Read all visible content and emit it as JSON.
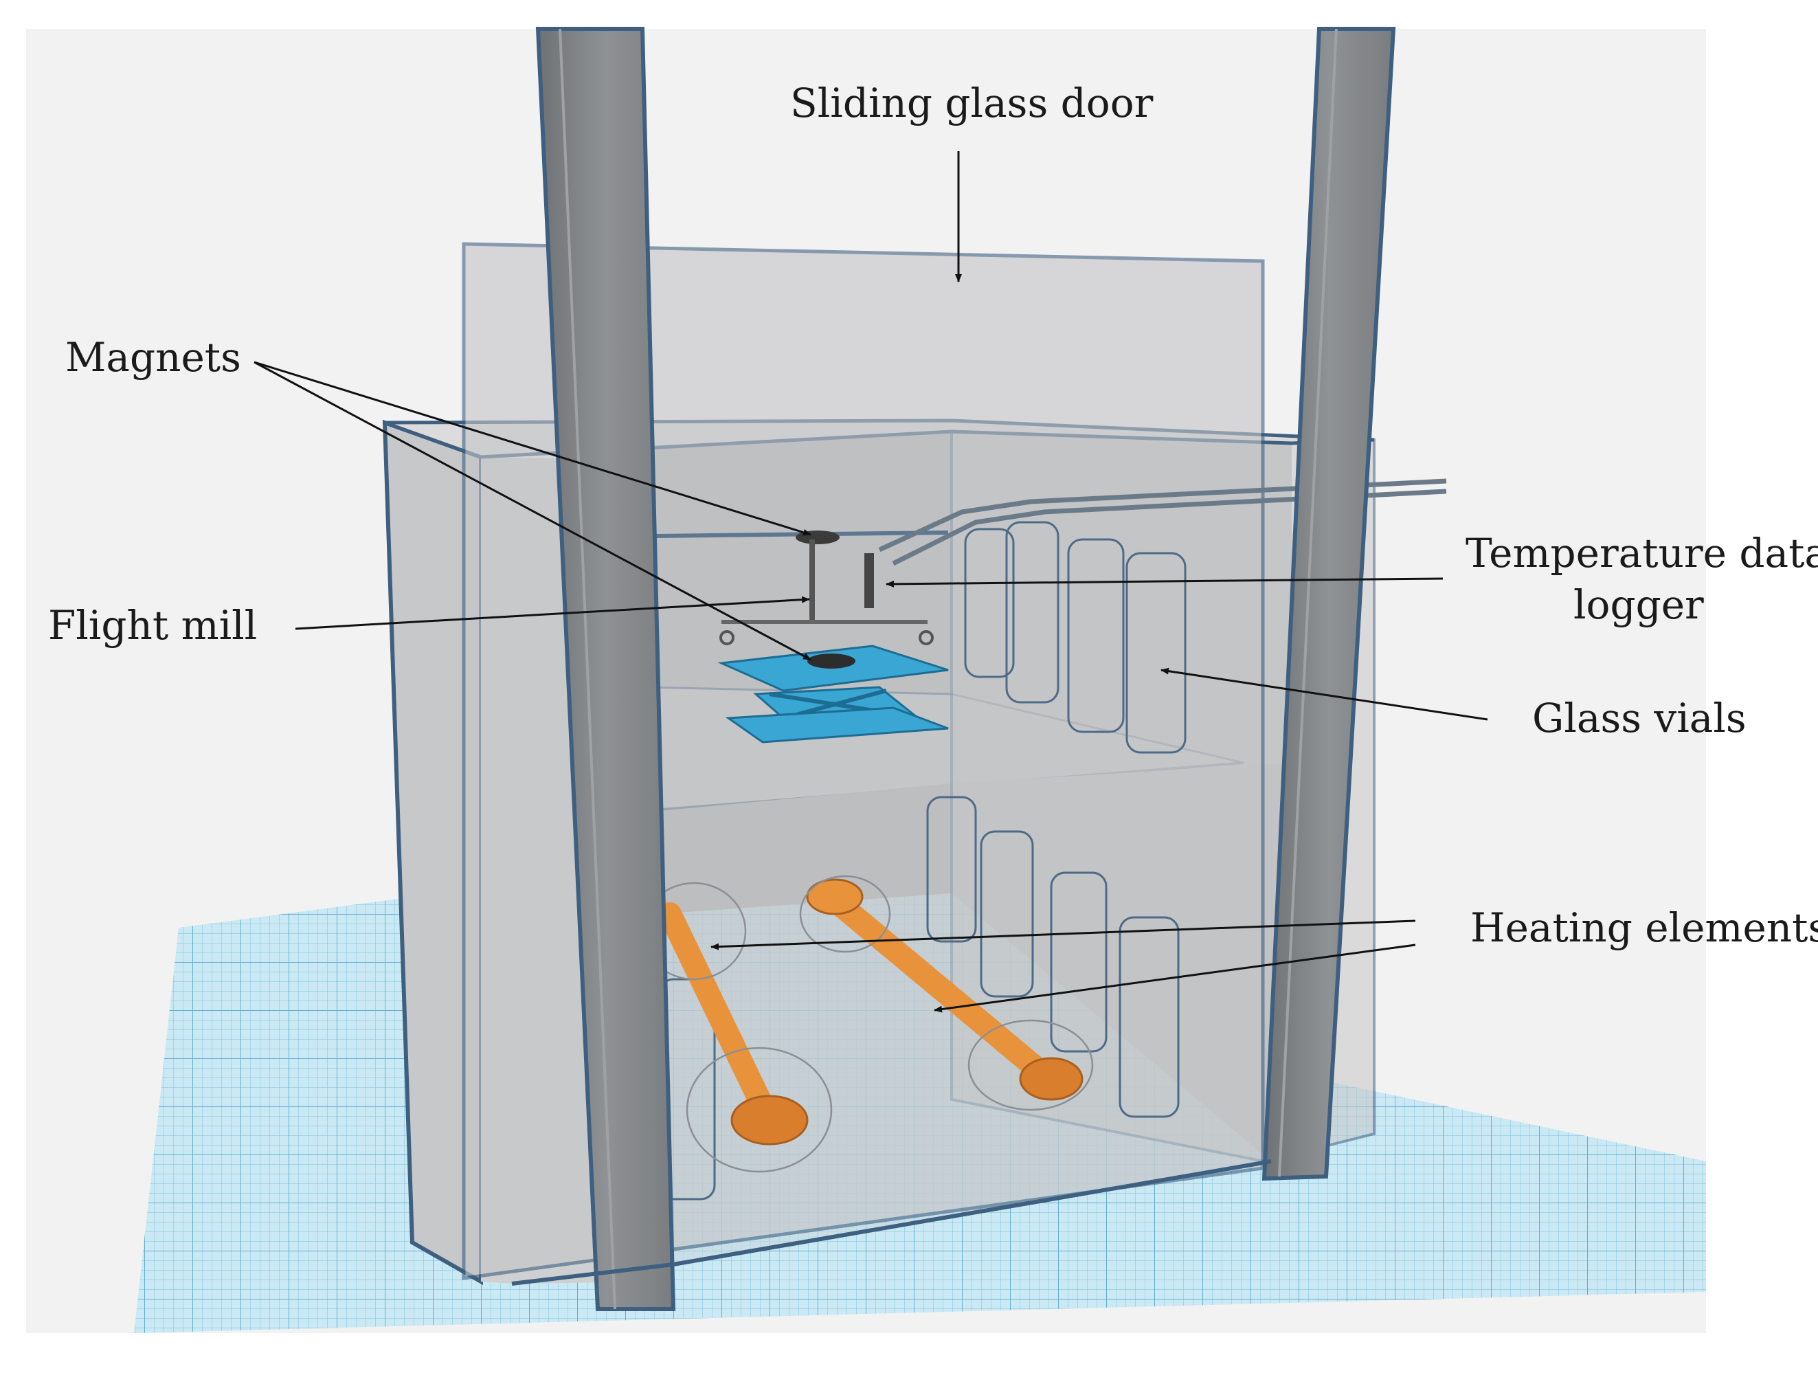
{
  "labels": {
    "sliding_glass_door": "Sliding glass door",
    "magnets": "Magnets",
    "flight_mill": "Flight mill",
    "temperature_data_logger_line1": "Temperature data",
    "temperature_data_logger_line2": "logger",
    "glass_vials": "Glass vials",
    "heating_elements": "Heating elements"
  },
  "colors": {
    "background": "#f2f2f2",
    "grid_floor": "#bfe3ef",
    "grid_line": "#6fb8d3",
    "frame_post": "#8a8d90",
    "frame_edge": "#4d6c8c",
    "glass_panel": "#c9cacc",
    "flight_mill_platform": "#3aa6d4",
    "heating_element": "#e8923c",
    "arrow": "#111111"
  }
}
